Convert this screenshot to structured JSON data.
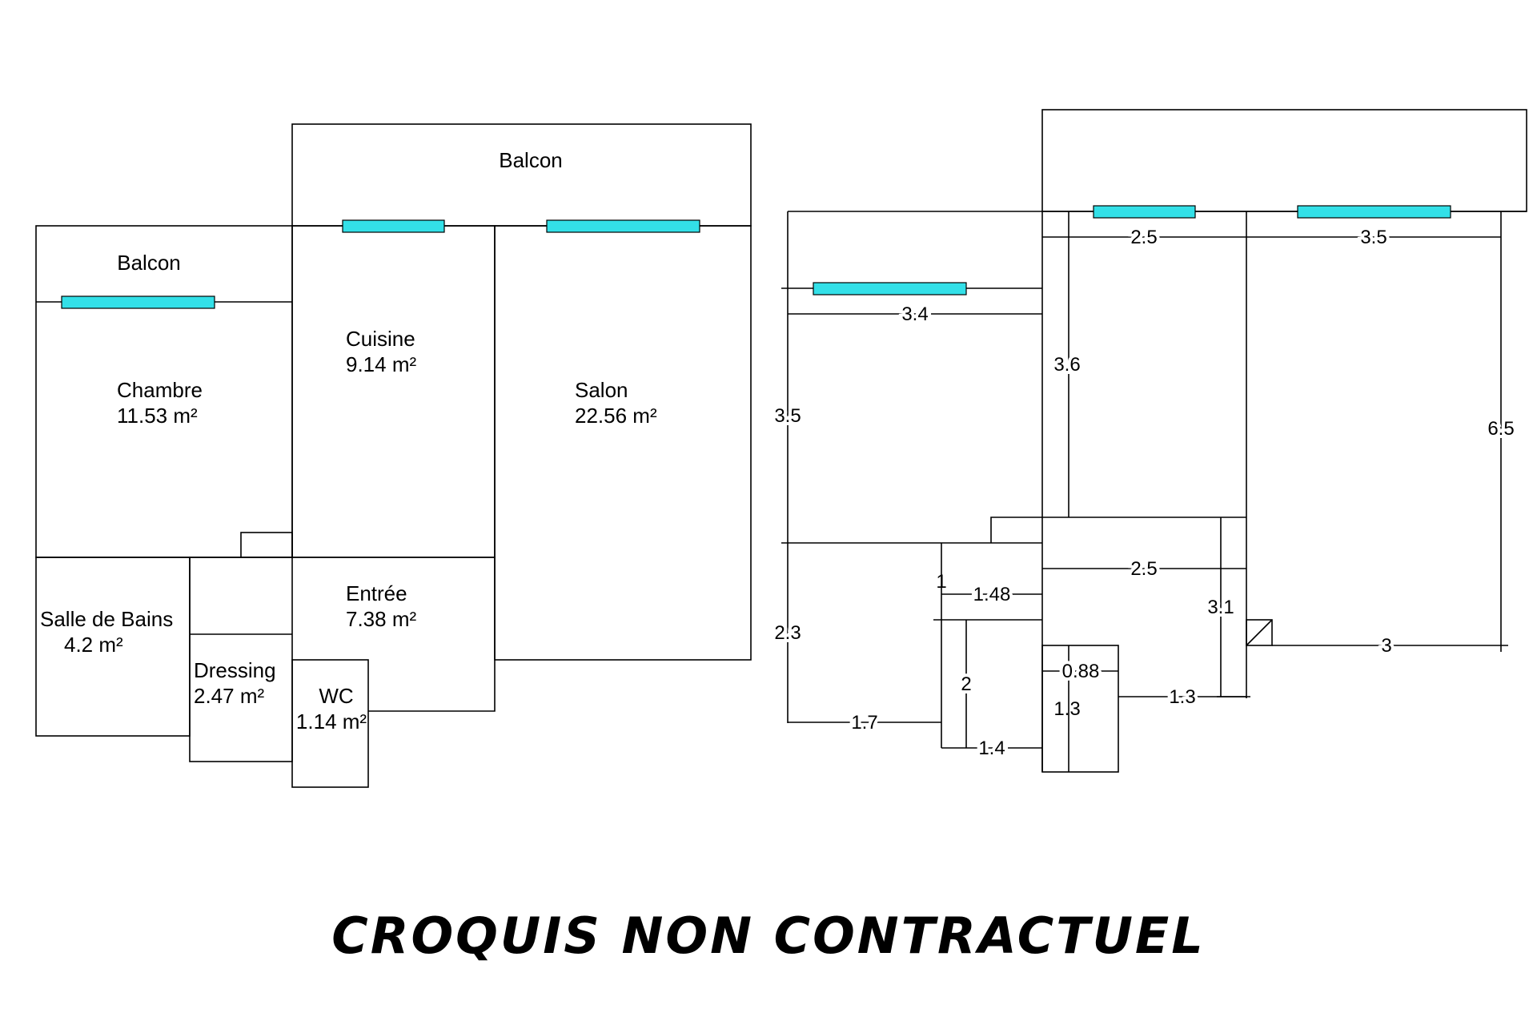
{
  "plan_left": {
    "rooms": [
      {
        "id": "balcon-top",
        "name": "Balcon",
        "area": ""
      },
      {
        "id": "balcon-left",
        "name": "Balcon",
        "area": ""
      },
      {
        "id": "cuisine",
        "name": "Cuisine",
        "area": "9.14  m²"
      },
      {
        "id": "chambre",
        "name": "Chambre",
        "area": "11.53  m²"
      },
      {
        "id": "salon",
        "name": "Salon",
        "area": "22.56  m²"
      },
      {
        "id": "entree",
        "name": "Entrée",
        "area": "7.38  m²"
      },
      {
        "id": "salle-de-bains",
        "name": "Salle de Bains",
        "area": "4.2  m²"
      },
      {
        "id": "dressing",
        "name": "Dressing",
        "area": "2.47  m²"
      },
      {
        "id": "wc",
        "name": "WC",
        "area": "1.14  m²"
      }
    ]
  },
  "plan_right": {
    "dimensions": [
      "2.5",
      "3.5",
      "3.4",
      "3.6",
      "3.5",
      "6.5",
      "2.5",
      "1",
      "1.48",
      "3.1",
      "2.3",
      "3",
      "0.88",
      "2",
      "1.3",
      "1.3",
      "1.7",
      "1.4"
    ]
  },
  "caption": "CROQUIS NON CONTRACTUEL",
  "colors": {
    "window": "#33e0e8",
    "wall": "#000000",
    "background": "#ffffff"
  }
}
